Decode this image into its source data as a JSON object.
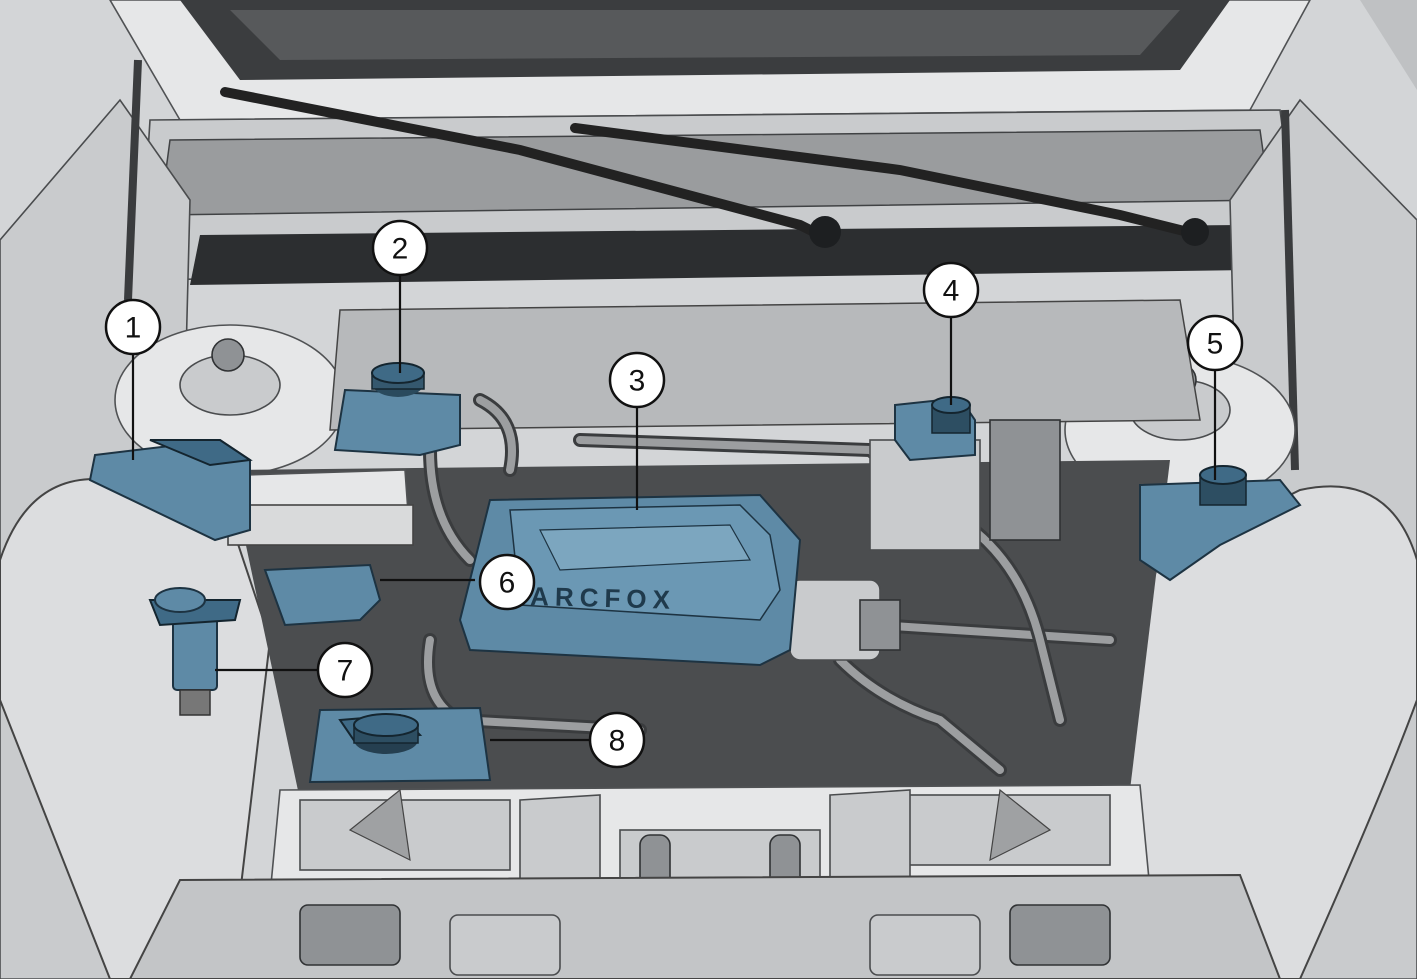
{
  "brand_text": "ARCFOX",
  "callouts": [
    {
      "label": "1"
    },
    {
      "label": "2"
    },
    {
      "label": "3"
    },
    {
      "label": "4"
    },
    {
      "label": "5"
    },
    {
      "label": "6"
    },
    {
      "label": "7"
    },
    {
      "label": "8"
    }
  ],
  "colors": {
    "highlight_blue": "#5e8aa6",
    "metal": "#c9cbcd",
    "outline": "#111111"
  }
}
